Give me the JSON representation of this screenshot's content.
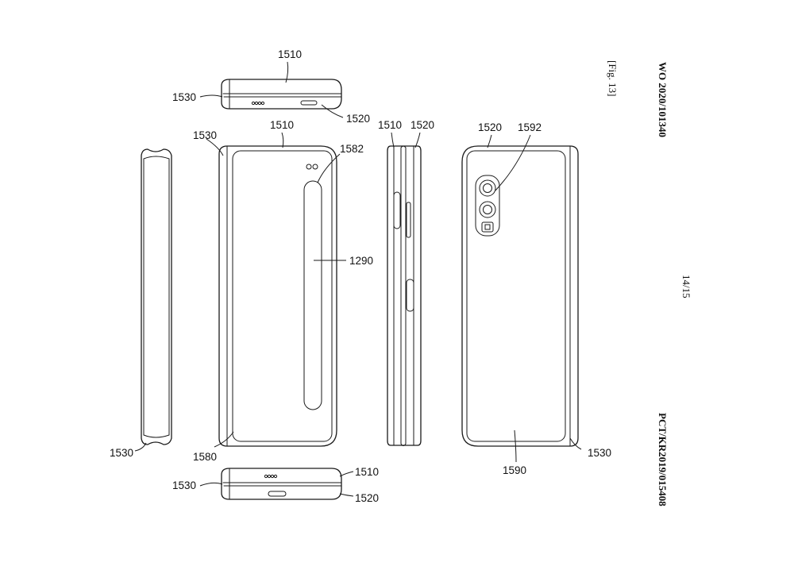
{
  "header": {
    "publication": "WO 2020/101340",
    "figure": "[Fig. 13]",
    "page": "14/15",
    "application": "PCT/KR2019/015408"
  },
  "top_view": {
    "ref_1510": "1510",
    "ref_1520": "1520",
    "ref_1530": "1530"
  },
  "left_side": {
    "ref_1530": "1530"
  },
  "front_view": {
    "ref_1510": "1510",
    "ref_1530": "1530",
    "ref_1582": "1582",
    "ref_1290": "1290",
    "ref_1580": "1580"
  },
  "right_side": {
    "ref_1510": "1510",
    "ref_1520": "1520"
  },
  "back_view": {
    "ref_1520": "1520",
    "ref_1592": "1592",
    "ref_1590": "1590",
    "ref_1530": "1530"
  },
  "bottom_view": {
    "ref_1530": "1530",
    "ref_1510": "1510",
    "ref_1520": "1520"
  }
}
